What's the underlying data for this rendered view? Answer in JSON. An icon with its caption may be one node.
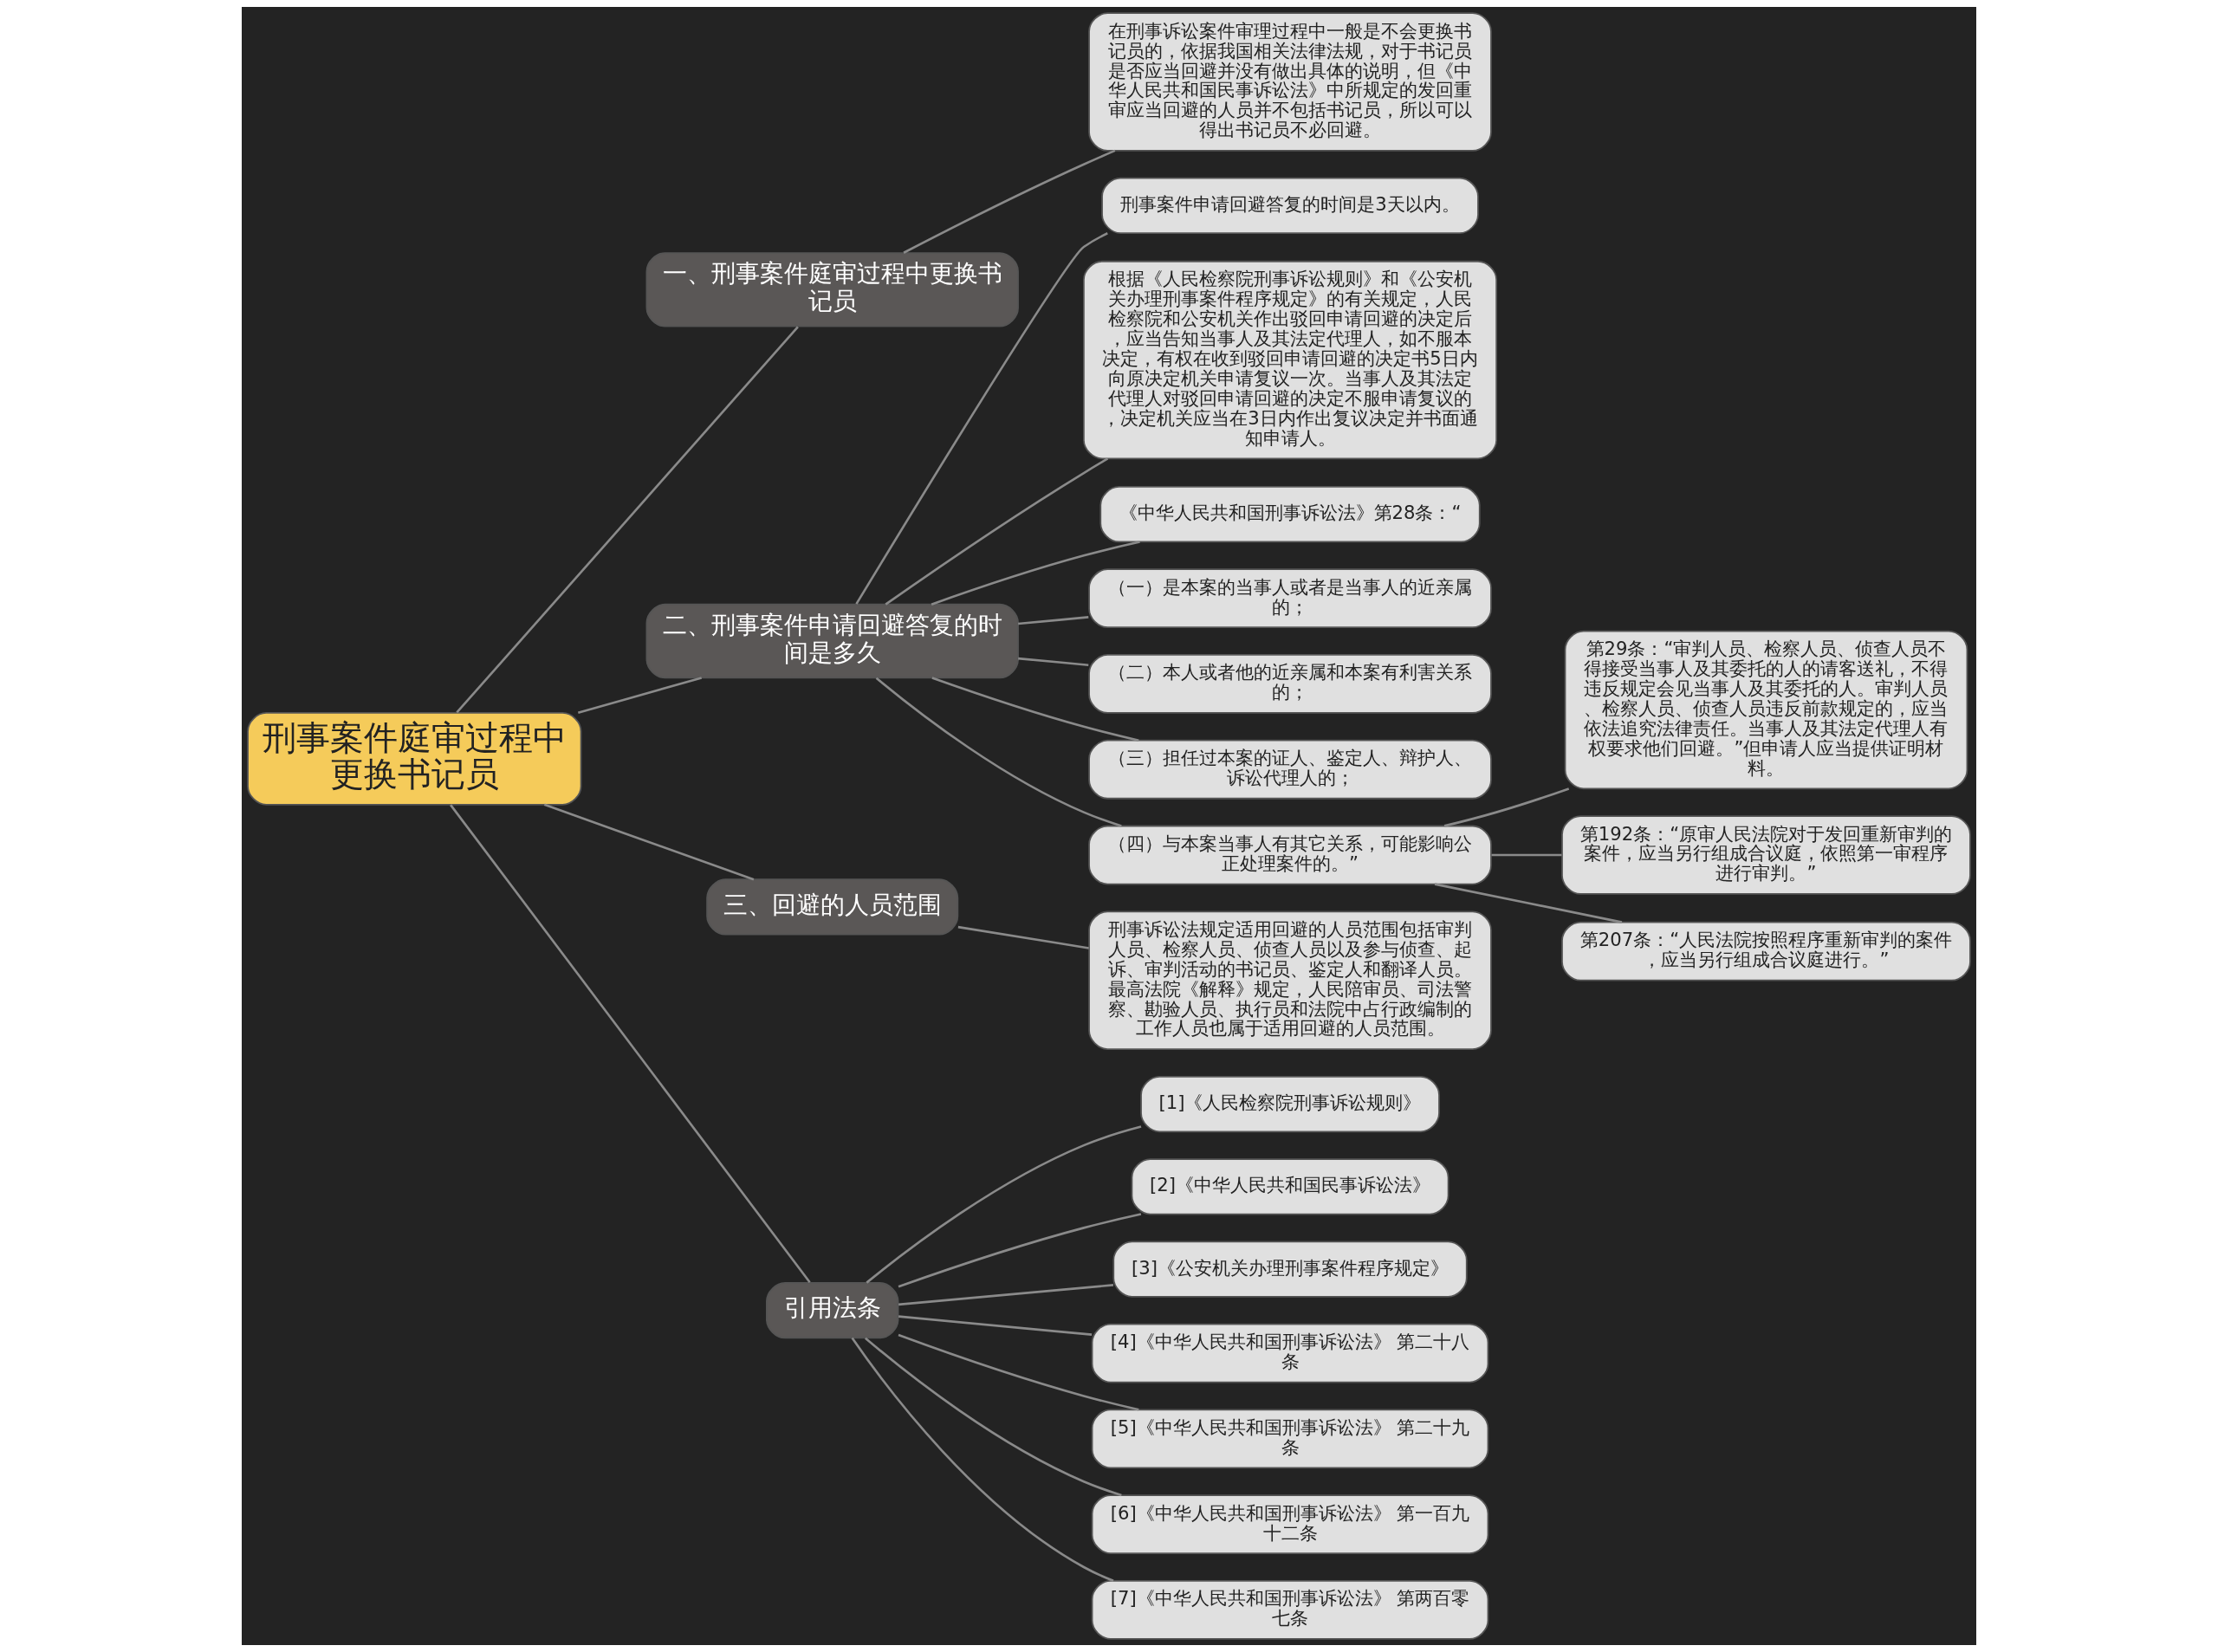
{
  "diagram": {
    "nodes": [
      {
        "text": [
          "刑事案件庭审过程中更换书记员"
        ]
      },
      {
        "text": [
          "一、刑事案件庭审过程中更换书记员"
        ]
      },
      {
        "text": [
          "在刑事诉讼案件审理过程中一般是不会更换书记员的，依据我国相关法律法规，对于书记员是否应当回避并没有做出具体的说明，但《中华人民共和国民事诉讼法》中所规定的发回重审应当回避的人员并不包括书记员，所以可以得出书记员不必回避。"
        ]
      },
      {
        "text": [
          "二、刑事案件申请回避答复的时间是多久"
        ]
      },
      {
        "text": [
          "刑事案件申请回避答复的时间是3天以内。"
        ]
      },
      {
        "text": [
          "根据《人民检察院刑事诉讼规则》和《公安机关办理刑事案件程序规定》的有关规定，人民检察院和公安机关作出驳回申请回避的决定后，应当告知当事人及其法定代理人，如不服本决定，有权在收到驳回申请回避的决定书5日内向原决定机关申请复议一次。当事人及其法定代理人对驳回申请回避的决定不服申请复议的，决定机关应当在3日内作出复议决定并书面通知申请人。"
        ]
      },
      {
        "text": [
          "《中华人民共和国刑事诉讼法》第28条：“"
        ]
      },
      {
        "text": [
          "（一）是本案的当事人或者是当事人的近亲属的；"
        ]
      },
      {
        "text": [
          "（二）本人或者他的近亲属和本案有利害关系的；"
        ]
      },
      {
        "text": [
          "（三）担任过本案的证人、鉴定人、辩护人、诉讼代理人的；"
        ]
      },
      {
        "text": [
          "（四）与本案当事人有其它关系，可能影响公正处理案件的。”"
        ]
      },
      {
        "text": [
          "第29条：“审判人员、检察人员、侦查人员不得接受当事人及其委托的人的请客送礼，不得违反规定会见当事人及其委托的人。审判人员、检察人员、侦查人员违反前款规定的，应当依法追究法律责任。当事人及其法定代理人有权要求他们回避。”但申请人应当提供证明材料。"
        ]
      },
      {
        "text": [
          "第192条：“原审人民法院对于发回重新审判的案件，应当另行组成合议庭，依照第一审程序进行审判。”"
        ]
      },
      {
        "text": [
          "第207条：“人民法院按照程序重新审判的案件，应当另行组成合议庭进行。”"
        ]
      },
      {
        "text": [
          "三、回避的人员范围"
        ]
      },
      {
        "text": [
          "刑事诉讼法规定适用回避的人员范围包括审判人员、检察人员、侦查人员以及参与侦查、起诉、审判活动的书记员、鉴定人和翻译人员。最高法院《解释》规定，人民陪审员、司法警察、勘验人员、执行员和法院中占行政编制的工作人员也属于适用回避的人员范围。"
        ]
      },
      {
        "text": [
          "引用法条"
        ]
      },
      {
        "text": [
          "[1]《人民检察院刑事诉讼规则》"
        ]
      },
      {
        "text": [
          "[2]《中华人民共和国民事诉讼法》"
        ]
      },
      {
        "text": [
          "[3]《公安机关办理刑事案件程序规定》"
        ]
      },
      {
        "text": [
          "[4]《中华人民共和国刑事诉讼法》 第二十八条"
        ]
      },
      {
        "text": [
          "[5]《中华人民共和国刑事诉讼法》 第二十九条"
        ]
      },
      {
        "text": [
          "[6]《中华人民共和国刑事诉讼法》 第一百九十二条"
        ]
      },
      {
        "text": [
          "[7]《中华人民共和国刑事诉讼法》 第两百零七条"
        ]
      }
    ],
    "edges": [
      {
        "from": 0,
        "to": 1,
        "arrow": "none"
      },
      {
        "from": 1,
        "to": 2,
        "arrow": "none"
      },
      {
        "from": 0,
        "to": 3,
        "arrow": "none"
      },
      {
        "from": 3,
        "to": 4,
        "arrow": "none"
      },
      {
        "from": 3,
        "to": 5,
        "arrow": "none"
      },
      {
        "from": 3,
        "to": 6,
        "arrow": "none"
      },
      {
        "from": 3,
        "to": 7,
        "arrow": "none"
      },
      {
        "from": 3,
        "to": 8,
        "arrow": "none"
      },
      {
        "from": 3,
        "to": 9,
        "arrow": "none"
      },
      {
        "from": 3,
        "to": 10,
        "arrow": "none"
      },
      {
        "from": 10,
        "to": 11,
        "arrow": "none"
      },
      {
        "from": 10,
        "to": 12,
        "arrow": "none"
      },
      {
        "from": 10,
        "to": 13,
        "arrow": "none"
      },
      {
        "from": 0,
        "to": 14,
        "arrow": "none"
      },
      {
        "from": 14,
        "to": 15,
        "arrow": "none"
      },
      {
        "from": 0,
        "to": 16,
        "arrow": "none"
      },
      {
        "from": 16,
        "to": 17,
        "arrow": "none"
      },
      {
        "from": 16,
        "to": 18,
        "arrow": "none"
      },
      {
        "from": 16,
        "to": 19,
        "arrow": "none"
      },
      {
        "from": 16,
        "to": 20,
        "arrow": "none"
      },
      {
        "from": 16,
        "to": 21,
        "arrow": "none"
      },
      {
        "from": 16,
        "to": 22,
        "arrow": "none"
      },
      {
        "from": 16,
        "to": 23,
        "arrow": "none"
      }
    ]
  }
}
